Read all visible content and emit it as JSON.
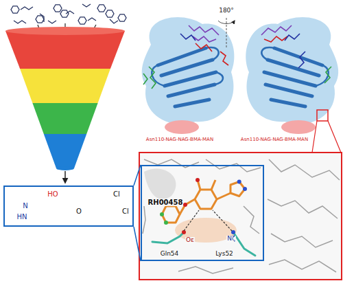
{
  "diagram": {
    "nodes": [
      {
        "text": [
          "HO",
          "N",
          "HN",
          "O",
          "Cl",
          "Cl"
        ]
      },
      {
        "text": [
          "RH00458",
          "Oε",
          "Nζ",
          "Gln54",
          "Lys52"
        ]
      }
    ],
    "edges": [
      {
        "from": 0,
        "to": 1,
        "arrow": "none"
      }
    ],
    "labels": [
      "180°",
      "Asn110-NAG-NAG-BMA-MAN",
      "Asn110-NAG-NAG-BMA-MAN"
    ]
  }
}
